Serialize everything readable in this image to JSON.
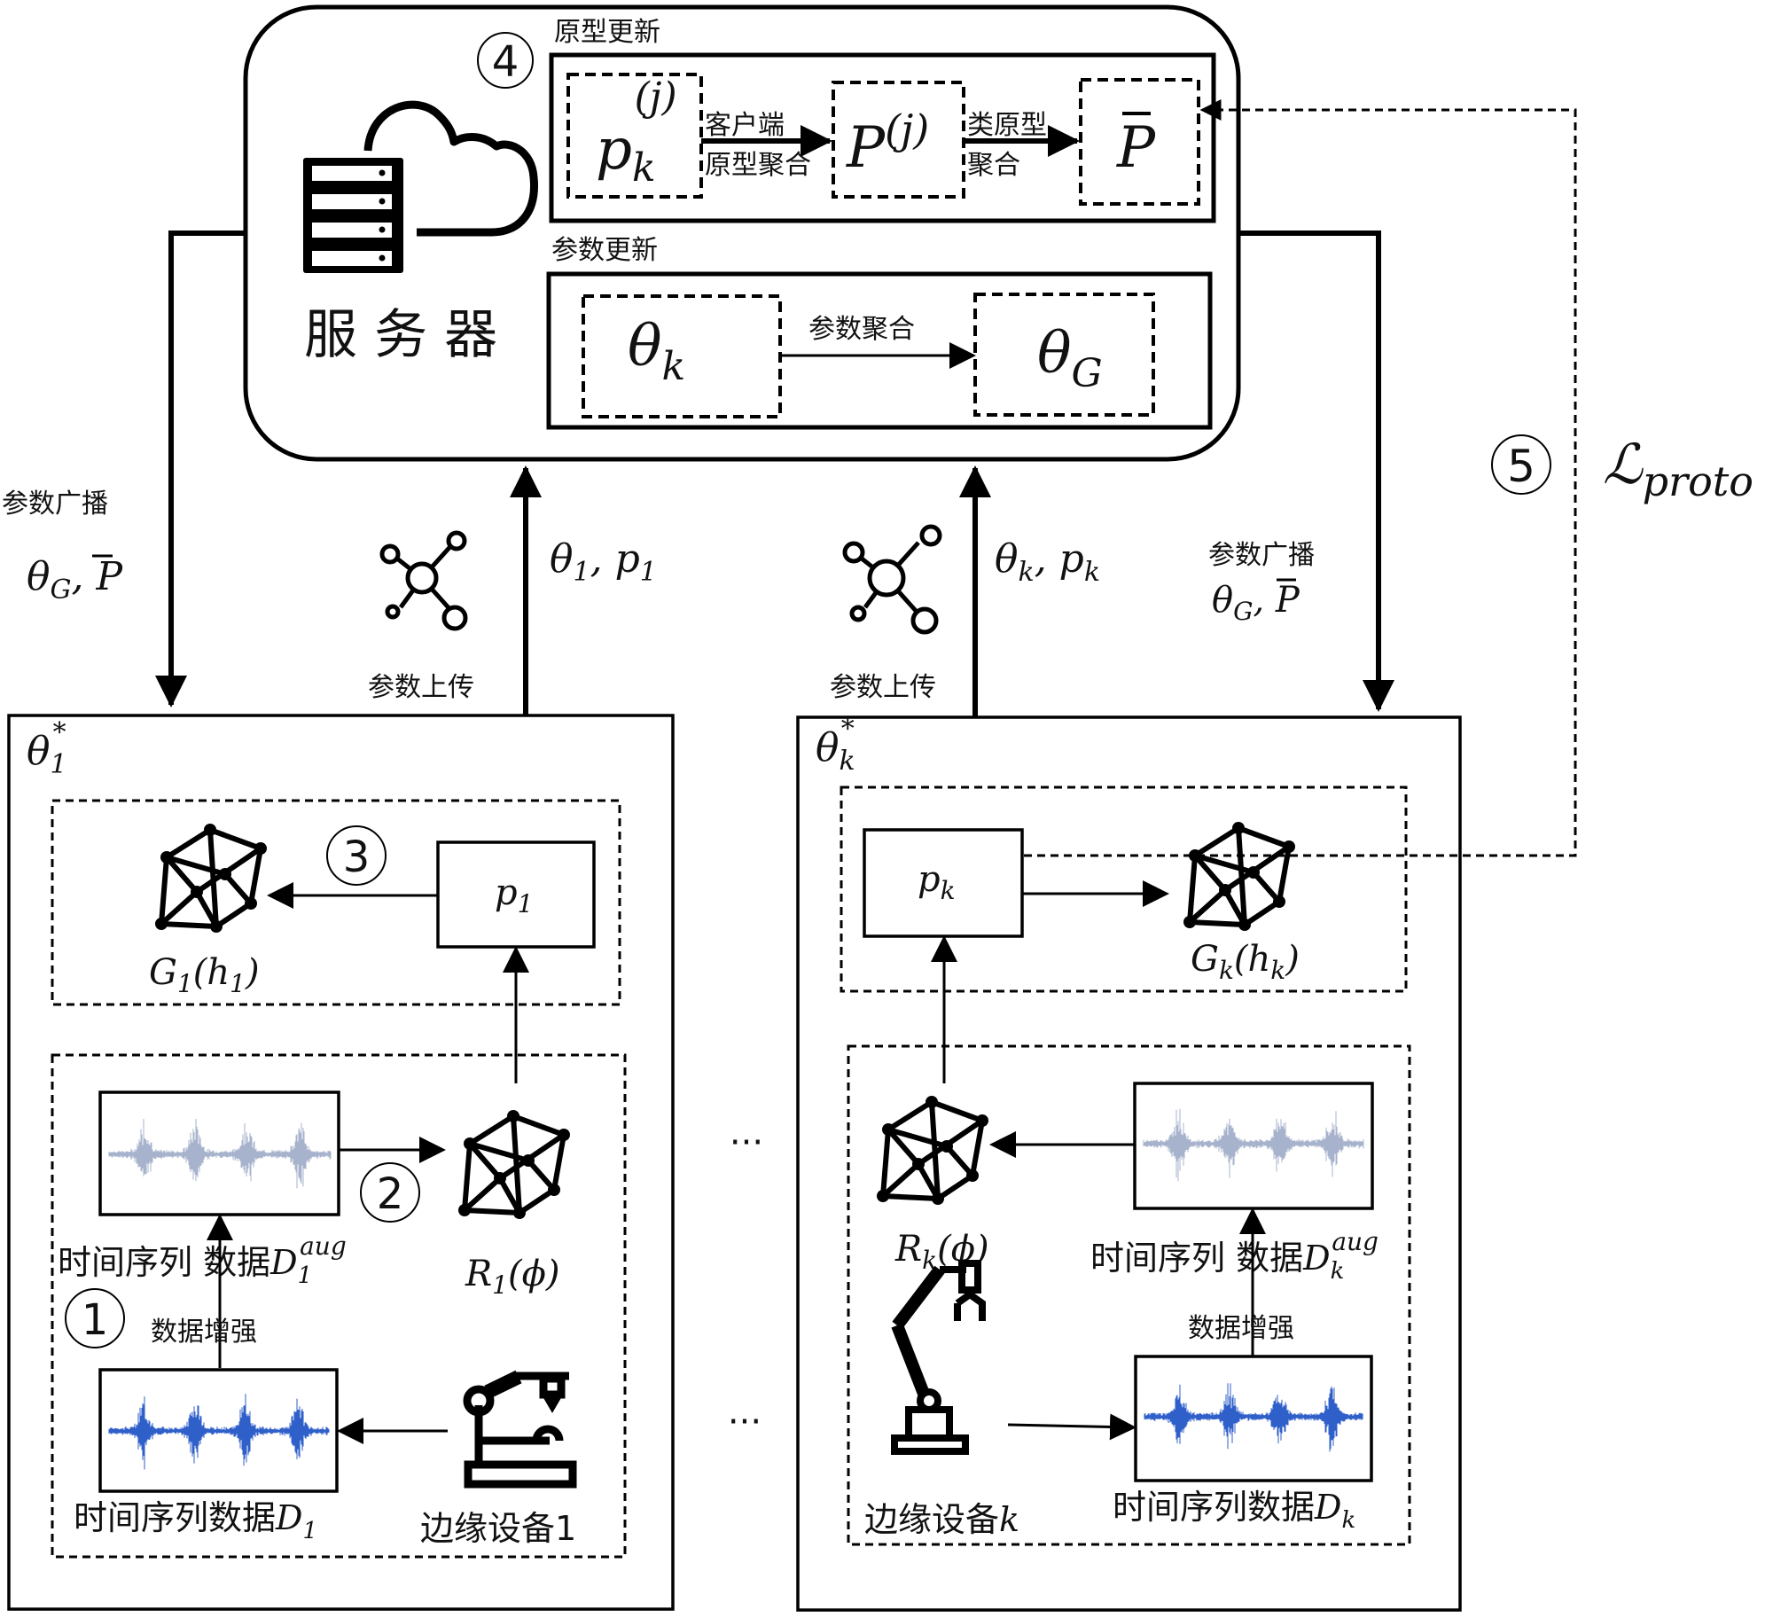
{
  "figure": {
    "description": "Federated prototype learning framework: server with prototype and parameter updates, edge clients with data augmentation"
  },
  "server": {
    "label": "服 务 器",
    "step_marker": "④",
    "proto_section": {
      "title": "原型更新",
      "client_proto": {
        "base": "p",
        "sub": "k",
        "sup": "(j)"
      },
      "arrow1_label_line1": "客户端",
      "arrow1_label_line2": "原型聚合",
      "aggregated_proto": {
        "base": "P",
        "sup": "(j)"
      },
      "arrow2_label_line1": "类原型",
      "arrow2_label_line2": "聚合",
      "global_proto": {
        "base": "P",
        "bar": "‾"
      }
    },
    "param_section": {
      "title": "参数更新",
      "local_param": {
        "base": "θ",
        "sub": "k"
      },
      "arrow_label": "参数聚合",
      "global_param": {
        "base": "θ",
        "sub": "G"
      }
    }
  },
  "links": {
    "left_broadcast": {
      "label": "参数广播",
      "math": {
        "base": "θ",
        "sub": "G",
        "sep": ", ",
        "second": "P"
      }
    },
    "right_broadcast": {
      "label": "参数广播",
      "math": {
        "base": "θ",
        "sub": "G",
        "sep": ", ",
        "second": "P"
      }
    },
    "left_upload": {
      "label": "参数上传",
      "math": {
        "a": "θ",
        "a_sub": "1",
        "sep": ", ",
        "b": "p",
        "b_sub": "1"
      }
    },
    "right_upload": {
      "label": "参数上传",
      "math": {
        "a": "θ",
        "a_sub": "k",
        "sep": ", ",
        "b": "p",
        "b_sub": "k"
      }
    },
    "proto_loss": {
      "step_marker": "⑤",
      "symbol": "ℒ",
      "sub": "proto"
    }
  },
  "clients": [
    {
      "model_label": {
        "base": "θ",
        "sub": "1",
        "sup": "*"
      },
      "step3_marker": "③",
      "prototype": {
        "base": "p",
        "sub": "1"
      },
      "head": {
        "text": "G",
        "sub": "1",
        "arg": "h",
        "arg_sub": "1"
      },
      "encoder": {
        "text": "R",
        "sub": "1",
        "arg": "ϕ"
      },
      "step2_marker": "②",
      "step1_marker": "①",
      "aug_label": "数据增强",
      "aug_data_label": {
        "text": "时间序列 数据",
        "base": "D",
        "sub": "1",
        "sup": "aug"
      },
      "raw_data_label": {
        "text": "时间序列数据",
        "base": "D",
        "sub": "1"
      },
      "device_label": "边缘设备1",
      "device_icon": "microscope-robot-icon"
    },
    {
      "model_label": {
        "base": "θ",
        "sub": "k",
        "sup": "*"
      },
      "prototype": {
        "base": "p",
        "sub": "k"
      },
      "head": {
        "text": "G",
        "sub": "k",
        "arg": "h",
        "arg_sub": "k"
      },
      "encoder": {
        "text": "R",
        "sub": "k",
        "arg": "ϕ"
      },
      "aug_label": "数据增强",
      "aug_data_label": {
        "text": "时间序列 数据",
        "base": "D",
        "sub": "k",
        "sup": "aug"
      },
      "raw_data_label": {
        "text": "时间序列数据",
        "base": "D",
        "sub": "k"
      },
      "device_label": "边缘设备",
      "device_label_var": "k",
      "device_icon": "robot-arm-icon"
    }
  ],
  "ellipsis": [
    "···",
    "···"
  ],
  "colors": {
    "raw_waveform": "#2f5fc9",
    "aug_waveform": "#a7b3cc",
    "stroke": "#000000"
  }
}
